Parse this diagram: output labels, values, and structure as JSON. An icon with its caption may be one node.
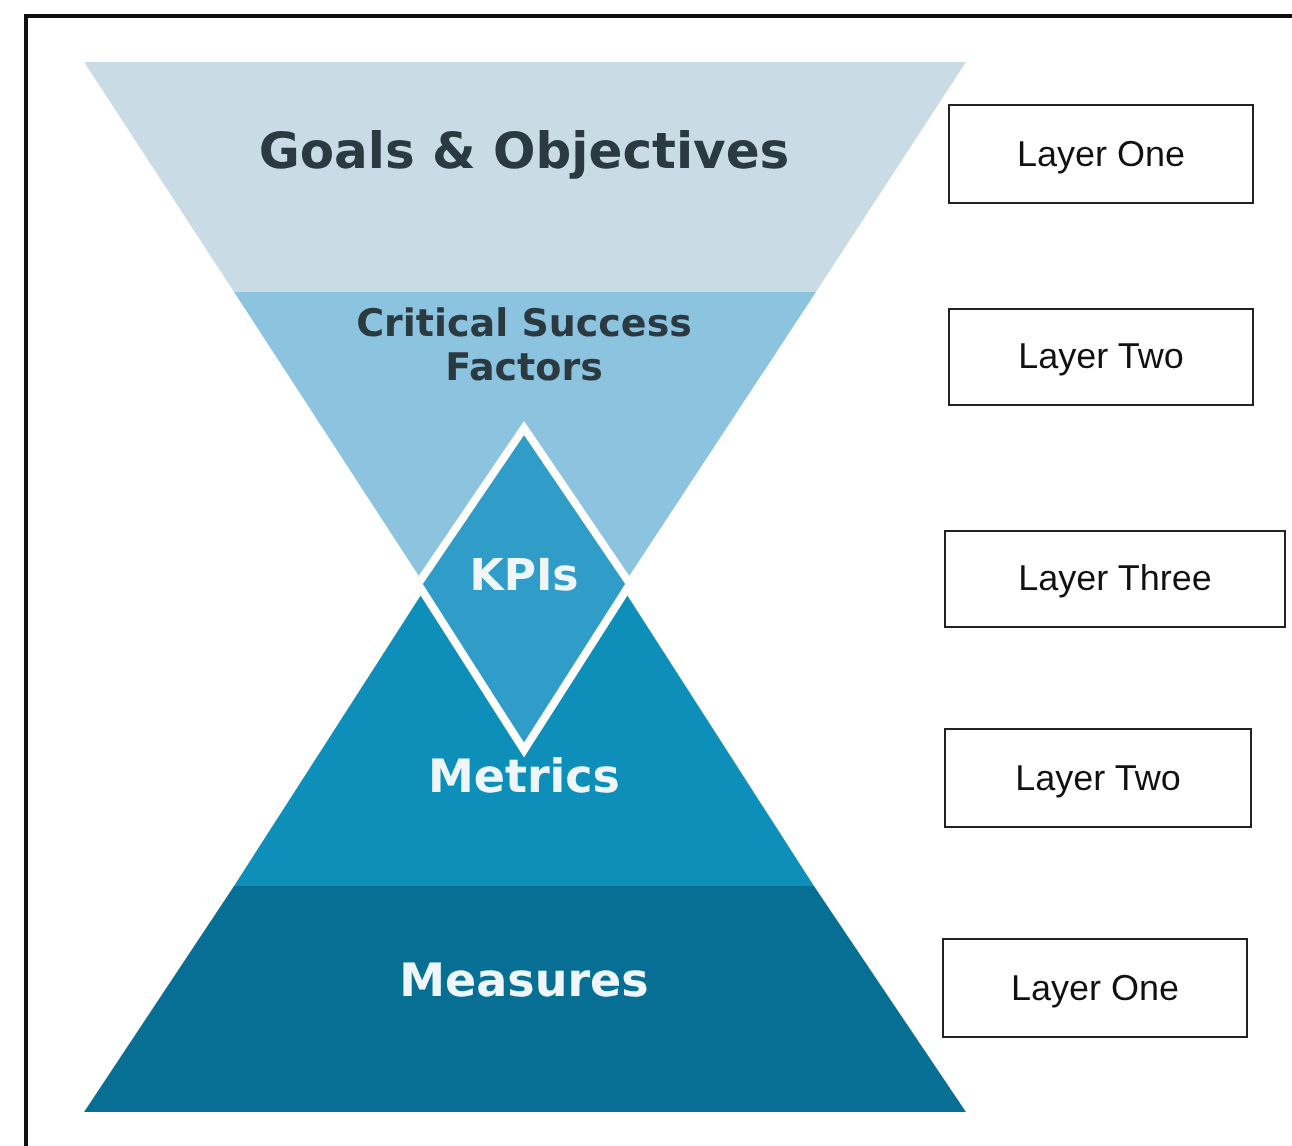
{
  "diagram": {
    "nodes": [
      {
        "text": [
          "Goals & Objectives"
        ]
      },
      {
        "text": [
          "Critical Success Factors"
        ]
      },
      {
        "text": [
          "KPIs"
        ]
      },
      {
        "text": [
          "Metrics"
        ]
      },
      {
        "text": [
          "Measures"
        ]
      },
      {
        "text": [
          "Layer One"
        ]
      },
      {
        "text": [
          "Layer Two"
        ]
      },
      {
        "text": [
          "Layer Three"
        ]
      },
      {
        "text": [
          "Layer Two"
        ]
      },
      {
        "text": [
          "Layer One"
        ]
      }
    ]
  }
}
